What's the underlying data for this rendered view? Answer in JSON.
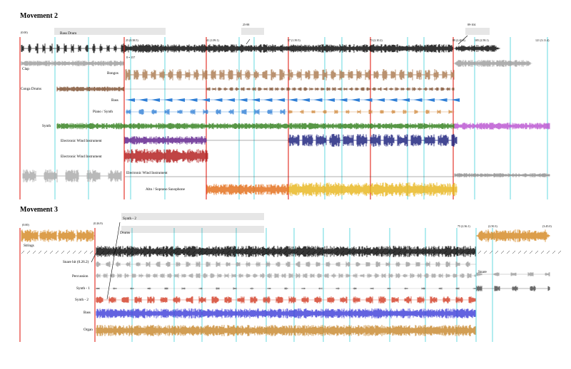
{
  "movement2": {
    "title": "Movement 2",
    "time_start": "(0.00)",
    "bass_drum": "Bass Drum",
    "tracks": {
      "clap": "Clap",
      "bongos": "Bongos",
      "conga": "Conga Drums",
      "bass": "Bass",
      "piano_synth": "Piano / Synth",
      "synth": "Synth",
      "ewi1": "Electronic Wind Instrument",
      "ewi2": "Electronic Wind Instrument",
      "ewi3": "Electronic Wind Instrument",
      "sax": "Alto / Soprano Saxophone"
    },
    "markers": [
      "25 (0.38.5)",
      "41 (1.09.1)",
      "57 (1.39.5)",
      "73 (2.10.2)",
      "89 (2.40.8)",
      "105 (2.58.1)",
      "121 (3.11.4)"
    ],
    "callout1": "25-88",
    "callout2": "89-104",
    "annot1": "8 = 157"
  },
  "movement3": {
    "title": "Movement 3",
    "time_start": "(0.00)",
    "time_a": "(0.26.9)",
    "time_b": "75 (2.36.1)",
    "time_c": "(2.50.3)",
    "time_d": "(3.45.0)",
    "tracks": {
      "strings": "Strings",
      "snare": "Snare hit (0.26.2)",
      "percussion": "Percussion",
      "synth1": "Synth - 1",
      "synth2": "Synth - 2",
      "bass": "Bass",
      "organ": "Organ",
      "snare_right": "Snare"
    },
    "notation_synth": "Synth - 2",
    "notation_drums": "Drums"
  },
  "colors": {
    "red": "#e2231a",
    "cyan": "#3fd0d8",
    "black": "#000000",
    "gray": "#9a9a9a",
    "brown": "#a9774c",
    "darkbrown": "#7a4a2a",
    "blue": "#2f7fd6",
    "green": "#2e7d18",
    "purple": "#5a1b8a",
    "crimson": "#b01515",
    "navy": "#141a78",
    "magenta": "#b84fd0",
    "orange": "#e36a12",
    "gold": "#e8b418",
    "amber": "#d4861e",
    "royal": "#3b3bd8",
    "tan": "#c7862a",
    "sred": "#d23a22",
    "dgray": "#444444"
  }
}
